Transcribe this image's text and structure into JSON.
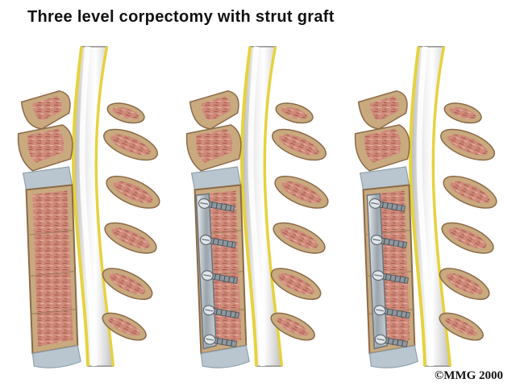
{
  "figure": {
    "title": "Three level corpectomy with strut graft",
    "copyright": "©MMG 2000",
    "panel_count": 3,
    "panels": [
      {
        "name": "strut-graft-only"
      },
      {
        "name": "strut-graft-with-plate-and-screws"
      },
      {
        "name": "strut-graft-with-plate-and-screws-alt-view"
      }
    ],
    "palette": {
      "background": "#ffffff",
      "bone_cortex": "#c9a97e",
      "bone_marrow": "#cf8a7a",
      "marrow_streak": "#a65a4c",
      "disc": "#b9c6cf",
      "spinal_cord_light": "#f5f5f5",
      "spinal_cord_shadow": "#bfbfbf",
      "ligament_yellow": "#e6d23c",
      "metal": "#9aa4ac",
      "title_text": "#111111"
    }
  }
}
